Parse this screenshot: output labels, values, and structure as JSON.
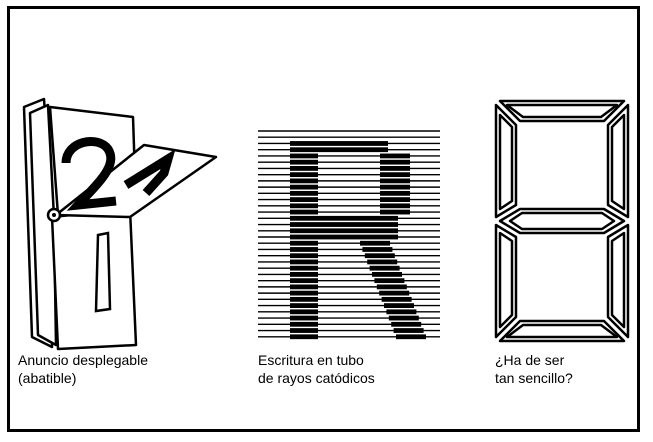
{
  "panels": [
    {
      "id": "flip",
      "caption_lines": [
        "Anuncio desplegable",
        "(abatible)"
      ],
      "digits": [
        "2",
        "1"
      ]
    },
    {
      "id": "crt",
      "caption_lines": [
        "Escritura en tubo",
        "de rayos catódicos"
      ],
      "letter": "R"
    },
    {
      "id": "segment",
      "caption_lines": [
        "¿Ha de ser",
        "tan sencillo?"
      ]
    }
  ],
  "colors": {
    "ink": "#000000",
    "background": "#ffffff"
  }
}
